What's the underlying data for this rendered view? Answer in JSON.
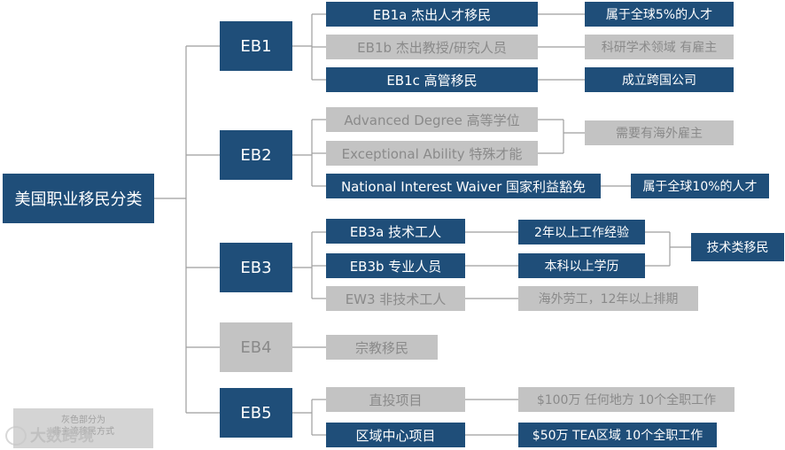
{
  "root": "美国职业移民分类",
  "categories": {
    "eb1": "EB1",
    "eb2": "EB2",
    "eb3": "EB3",
    "eb4": "EB4",
    "eb5": "EB5"
  },
  "subs": {
    "eb1a": "EB1a 杰出人才移民",
    "eb1b": "EB1b 杰出教授/研究人员",
    "eb1c": "EB1c 高管移民",
    "eb2_adv": "Advanced Degree  高等学位",
    "eb2_exc": "Exceptional Ability  特殊才能",
    "eb2_niw": "National Interest Waiver  国家利益豁免",
    "eb3a": "EB3a 技术工人",
    "eb3b": "EB3b 专业人员",
    "ew3": "EW3 非技术工人",
    "eb4_rel": "宗教移民",
    "eb5_direct": "直投项目",
    "eb5_regional": "区域中心项目"
  },
  "reqs": {
    "eb1a": "属于全球5%的人才",
    "eb1b": "科研学术领域  有雇主",
    "eb1c": "成立跨国公司",
    "eb2_ae": "需要有海外雇主",
    "eb2_niw": "属于全球10%的人才",
    "eb3a": "2年以上工作经验",
    "eb3b": "本科以上学历",
    "ew3": "海外劳工，12年以上排期",
    "eb5_direct": "$100万  任何地方  10个全职工作",
    "eb5_regional": "$50万  TEA区域 10个全职工作"
  },
  "group": {
    "skilled": "技术类移民"
  },
  "legend": {
    "line1": "灰色部分为",
    "line2": "非主流移民方式"
  },
  "watermark": "大数跨境",
  "colors": {
    "dark": "#1f4e79",
    "gray": "#c3c3c3",
    "line": "#9e9e9e"
  }
}
